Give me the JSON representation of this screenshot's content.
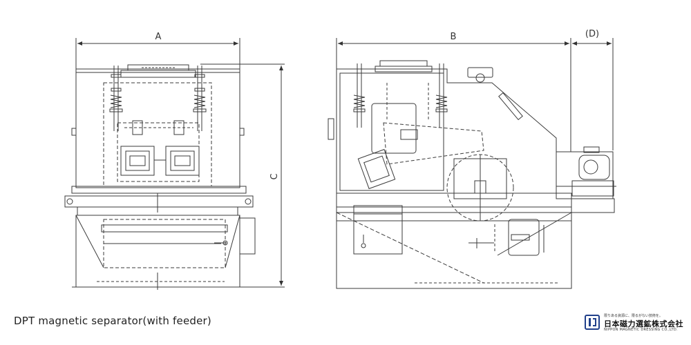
{
  "dimensions": {
    "a": "A",
    "b": "B",
    "c": "C",
    "d": "(D)"
  },
  "caption": "DPT magnetic separator(with feeder)",
  "logo": {
    "name": "日本磁力選鉱株式会社",
    "tagline": "限りある資源に、限るがない技術を。",
    "english": "NIPPON MAGNETIC DRESSING CO.,LTD."
  },
  "colors": {
    "line": "#3a3a3a",
    "logo": "#1f3f8a"
  }
}
